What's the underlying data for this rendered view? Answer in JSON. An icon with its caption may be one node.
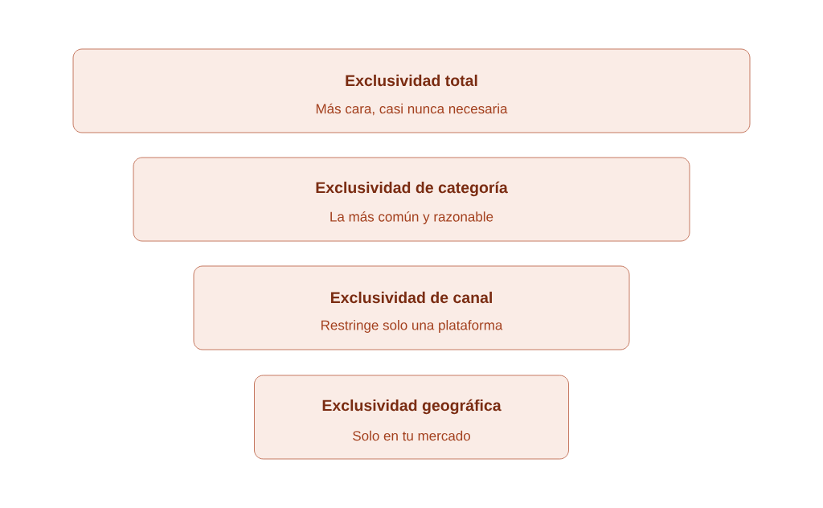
{
  "diagram": {
    "nodes": [
      {
        "text": [
          "Exclusividad total",
          "Más cara, casi nunca necesaria"
        ]
      },
      {
        "text": [
          "Exclusividad de categoría",
          "La más común y razonable"
        ]
      },
      {
        "text": [
          "Exclusividad de canal",
          "Restringe solo una plataforma"
        ]
      },
      {
        "text": [
          "Exclusividad geográfica",
          "Solo en tu mercado"
        ]
      }
    ]
  }
}
